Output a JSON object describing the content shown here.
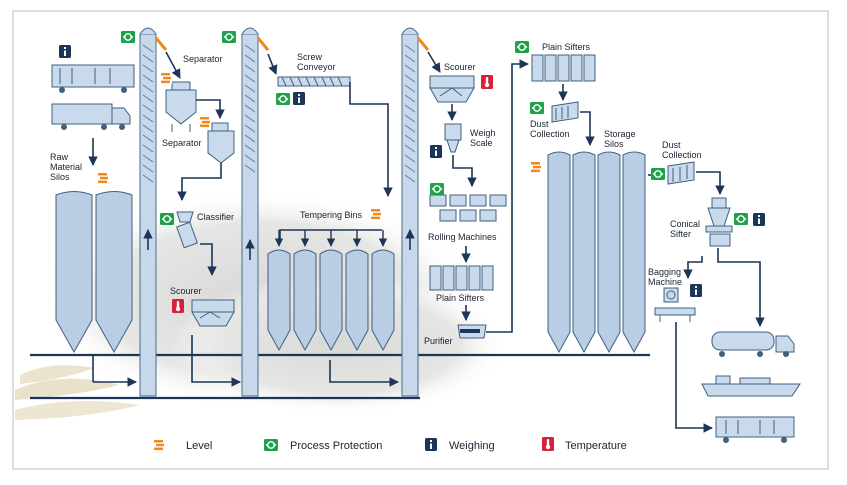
{
  "labels": {
    "separator_1": "Separator",
    "separator_2": "Separator",
    "screw_conveyor": "Screw\nConveyor",
    "scourer_top": "Scourer",
    "plain_sifters_top": "Plain Sifters",
    "raw_material_silos": "Raw\nMaterial\nSilos",
    "classifier": "Classifier",
    "scourer_left": "Scourer",
    "tempering_bins": "Tempering Bins",
    "weigh_scale": "Weigh\nScale",
    "rolling_machines": "Rolling Machines",
    "plain_sifters_mid": "Plain Sifters",
    "purifier": "Purifier",
    "dust_collection_1": "Dust\nCollection",
    "storage_silos": "Storage\nSilos",
    "dust_collection_2": "Dust\nCollection",
    "conical_sifter": "Conical\nSifter",
    "bagging_machine": "Bagging\nMachine"
  },
  "legend": [
    {
      "key": "level",
      "label": "Level",
      "icon": "level-icon",
      "color": "#f08a1c"
    },
    {
      "key": "process",
      "label": "Process Protection",
      "icon": "process-protection-icon",
      "color": "#1fa14a"
    },
    {
      "key": "weighing",
      "label": "Weighing",
      "icon": "weighing-icon",
      "color": "#1d3557"
    },
    {
      "key": "temperature",
      "label": "Temperature",
      "icon": "temperature-icon",
      "color": "#d6213a"
    }
  ]
}
